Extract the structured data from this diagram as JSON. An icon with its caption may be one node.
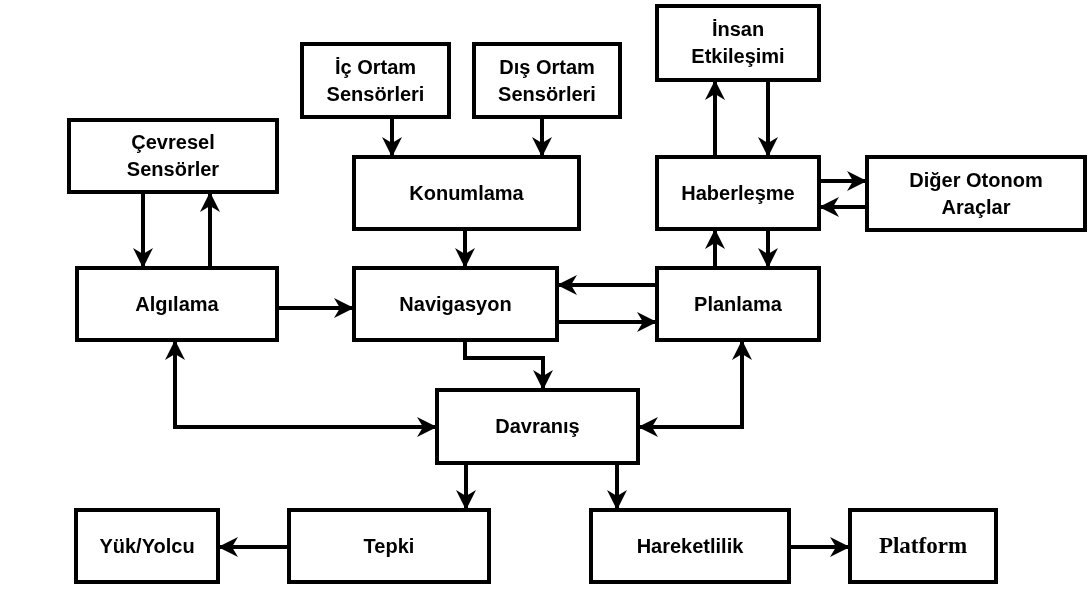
{
  "diagram": {
    "nodes": [
      {
        "text": [
          "Çevresel Sensörler"
        ]
      },
      {
        "text": [
          "İç Ortam Sensörleri"
        ]
      },
      {
        "text": [
          "Dış Ortam Sensörleri"
        ]
      },
      {
        "text": [
          "İnsan Etkileşimi"
        ]
      },
      {
        "text": [
          "Konumlama"
        ]
      },
      {
        "text": [
          "Haberleşme"
        ]
      },
      {
        "text": [
          "Diğer Otonom Araçlar"
        ]
      },
      {
        "text": [
          "Algılama"
        ]
      },
      {
        "text": [
          "Navigasyon"
        ]
      },
      {
        "text": [
          "Planlama"
        ]
      },
      {
        "text": [
          "Davranış"
        ]
      },
      {
        "text": [
          "Yük/Yolcu"
        ]
      },
      {
        "text": [
          "Tepki"
        ]
      },
      {
        "text": [
          "Hareketlilik"
        ]
      },
      {
        "text": [
          "Platform"
        ]
      }
    ],
    "edges": [
      {
        "from": 0,
        "to": 7,
        "arrow": "to"
      },
      {
        "from": 7,
        "to": 0,
        "arrow": "to"
      },
      {
        "from": 1,
        "to": 4,
        "arrow": "to"
      },
      {
        "from": 2,
        "to": 4,
        "arrow": "to"
      },
      {
        "from": 4,
        "to": 8,
        "arrow": "to"
      },
      {
        "from": 5,
        "to": 3,
        "arrow": "to"
      },
      {
        "from": 3,
        "to": 5,
        "arrow": "to"
      },
      {
        "from": 5,
        "to": 6,
        "arrow": "to"
      },
      {
        "from": 6,
        "to": 5,
        "arrow": "to"
      },
      {
        "from": 9,
        "to": 5,
        "arrow": "to"
      },
      {
        "from": 5,
        "to": 9,
        "arrow": "to"
      },
      {
        "from": 9,
        "to": 8,
        "arrow": "to"
      },
      {
        "from": 8,
        "to": 9,
        "arrow": "to"
      },
      {
        "from": 7,
        "to": 8,
        "arrow": "to"
      },
      {
        "from": 8,
        "to": 10,
        "arrow": "to"
      },
      {
        "from": 7,
        "to": 10,
        "arrow": "both"
      },
      {
        "from": 9,
        "to": 10,
        "arrow": "both"
      },
      {
        "from": 10,
        "to": 12,
        "arrow": "to"
      },
      {
        "from": 10,
        "to": 13,
        "arrow": "to"
      },
      {
        "from": 12,
        "to": 11,
        "arrow": "to"
      },
      {
        "from": 13,
        "to": 14,
        "arrow": "to"
      }
    ]
  }
}
